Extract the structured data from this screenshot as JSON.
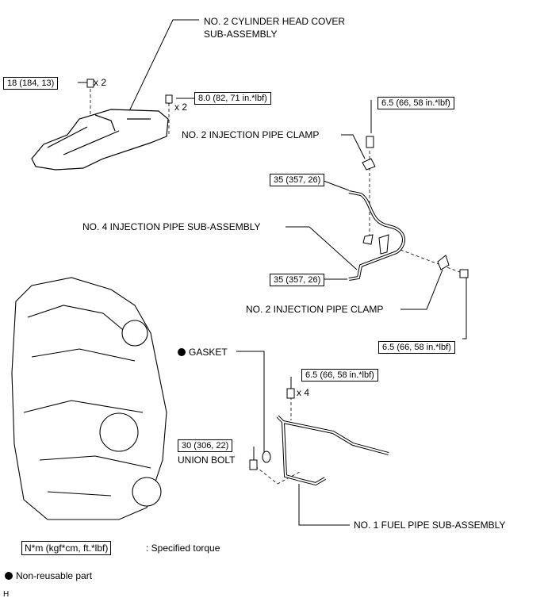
{
  "labels": {
    "cyl_head_cover_1": "NO. 2 CYLINDER HEAD COVER",
    "cyl_head_cover_2": "SUB-ASSEMBLY",
    "clamp_top": "NO. 2 INJECTION PIPE CLAMP",
    "inj_pipe_4": "NO. 4 INJECTION PIPE SUB-ASSEMBLY",
    "clamp_bottom": "NO. 2 INJECTION PIPE CLAMP",
    "gasket": "GASKET",
    "union_bolt": "UNION BOLT",
    "fuel_pipe_1": "NO. 1 FUEL PIPE SUB-ASSEMBLY"
  },
  "torques": {
    "t1": "18 (184, 13)",
    "t2": "8.0 (82, 71 in.*lbf)",
    "t3": "6.5 (66, 58 in.*lbf)",
    "t4": "35 (357, 26)",
    "t5": "35 (357, 26)",
    "t6": "6.5 (66, 58 in.*lbf)",
    "t7": "6.5 (66, 58 in.*lbf)",
    "t8": "30 (306, 22)"
  },
  "multipliers": {
    "m1": "x 2",
    "m2": "x 2",
    "m3": "x 4"
  },
  "legend": {
    "torque_box": "N*m (kgf*cm, ft.*lbf)",
    "torque_text": ": Specified torque",
    "nonreusable": "Non-reusable part"
  },
  "corner": "H"
}
